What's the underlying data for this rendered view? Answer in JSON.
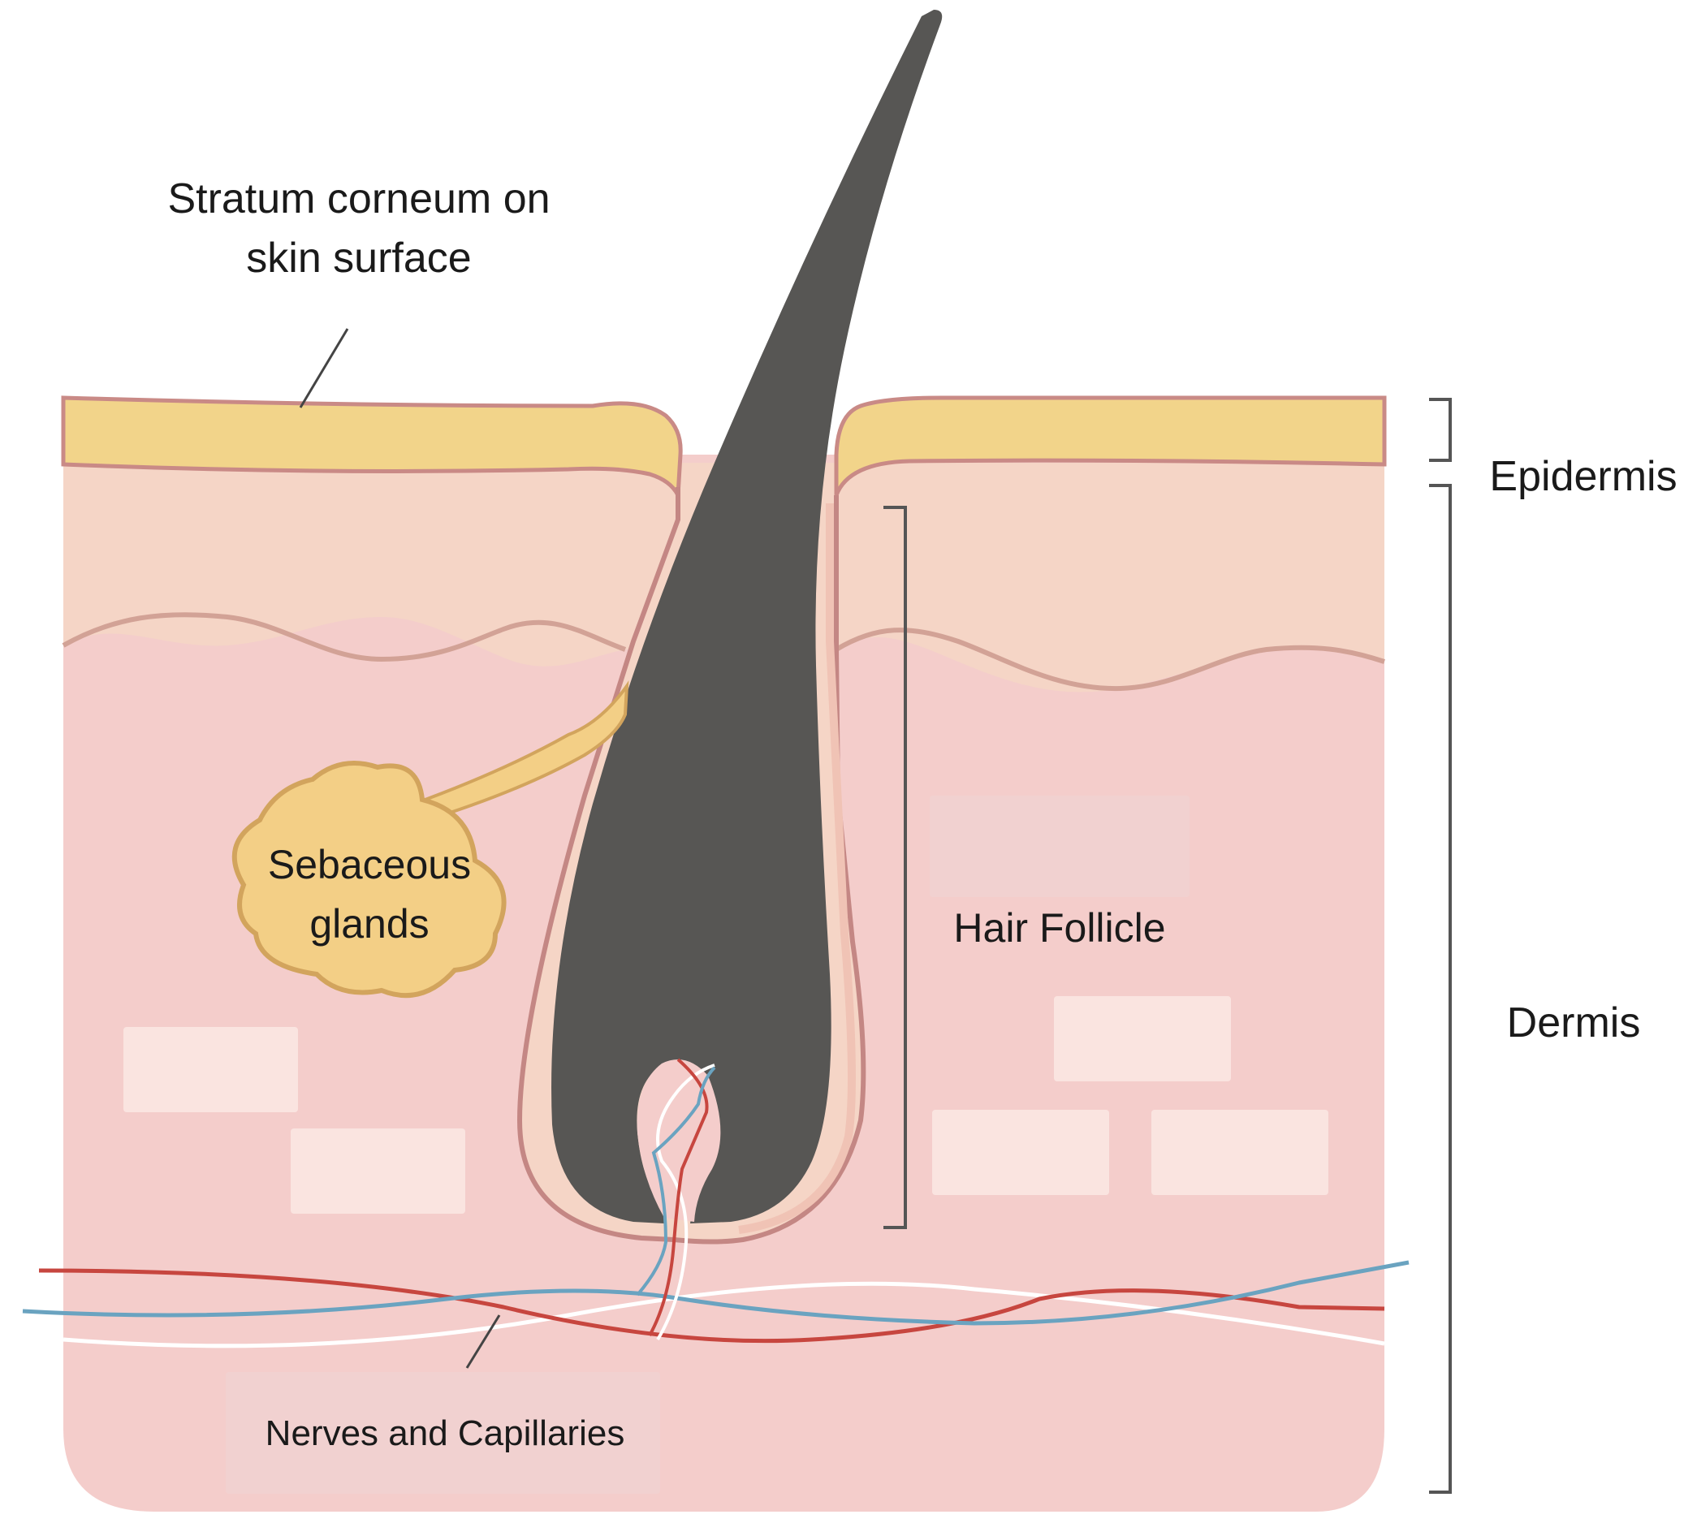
{
  "labels": {
    "stratum_corneum_line1": "Stratum corneum on",
    "stratum_corneum_line2": "skin surface",
    "epidermis": "Epidermis",
    "dermis": "Dermis",
    "hair_follicle": "Hair Follicle",
    "sebaceous_line1": "Sebaceous",
    "sebaceous_line2": "glands",
    "nerves_capillaries": "Nerves and Capillaries"
  },
  "colors": {
    "stratum": "#f2d48a",
    "stratum_edge": "#c98a86",
    "epidermis": "#f5d5c6",
    "dermis": "#f4cdcb",
    "hair": "#575654",
    "follicle_edge": "#c48784",
    "gland": "#f3cf86",
    "gland_edge": "#d2a45d",
    "artery": "#c7463f",
    "vein": "#6aa3c0",
    "nerve": "#ffffff",
    "leader": "#444444"
  }
}
